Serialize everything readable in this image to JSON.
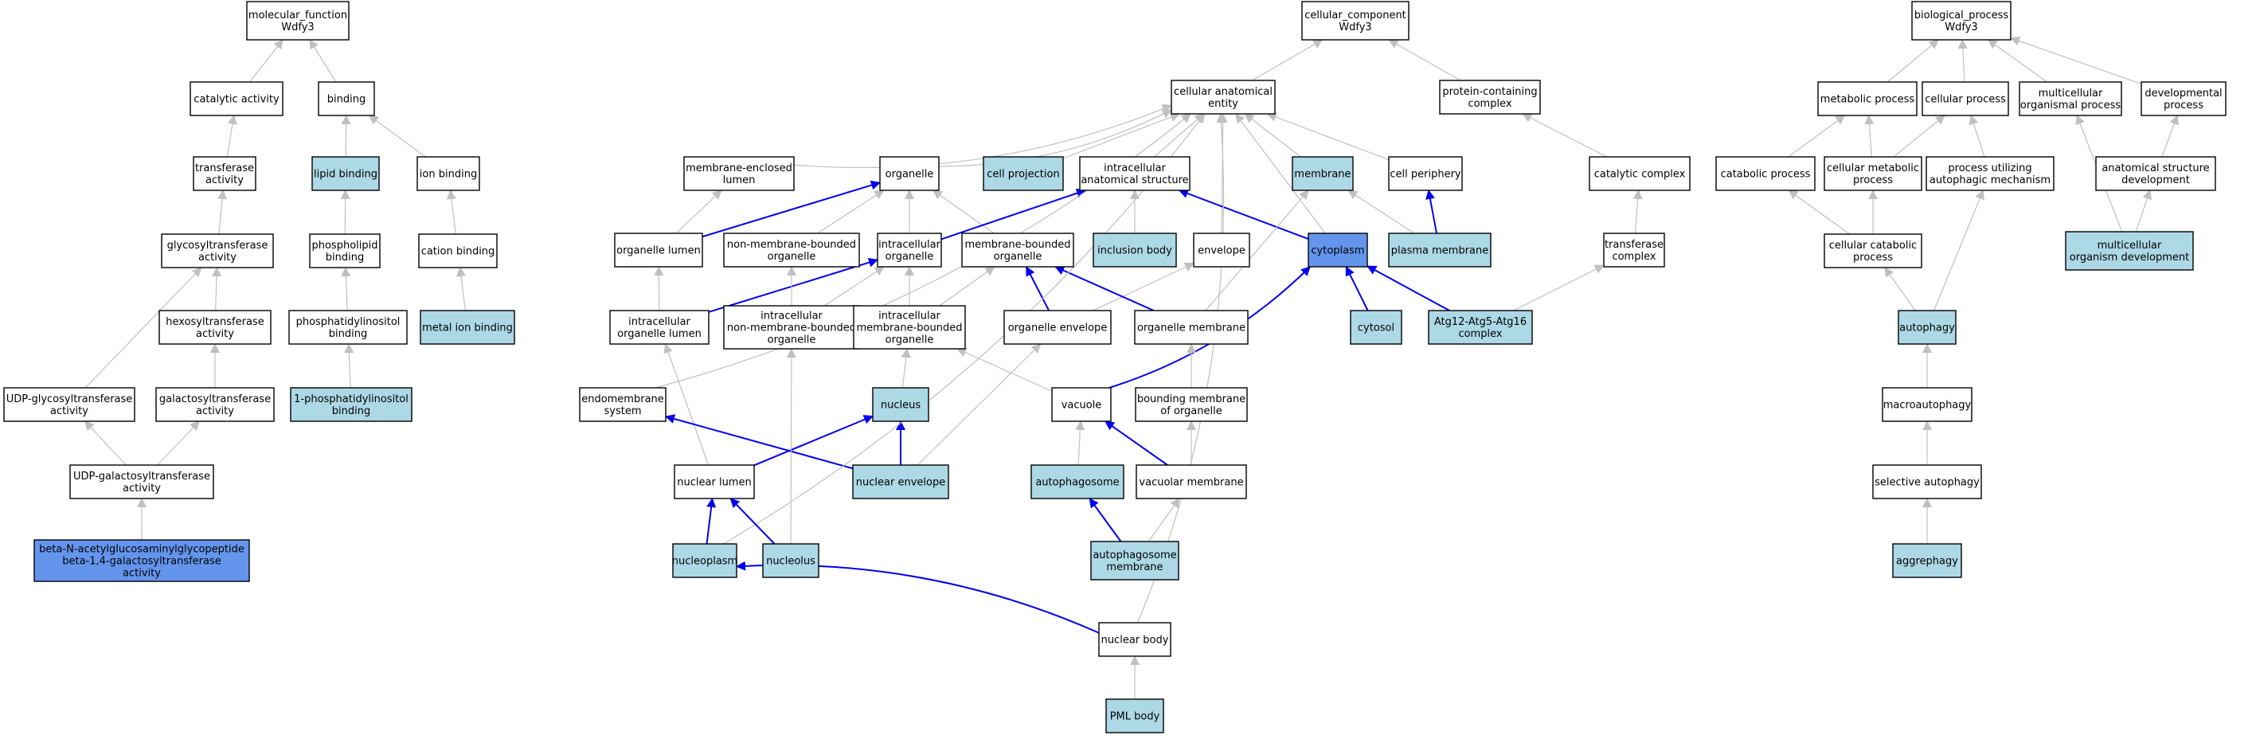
{
  "colors": {
    "plain": "#ffffff",
    "light": "#add8e6",
    "query": "#6495ed",
    "edge_gray": "#c0c0c0",
    "edge_blue": "#0000ee"
  },
  "nodes": [
    {
      "id": "mf",
      "lines": [
        "molecular_function",
        "Wdfy3"
      ],
      "fill": "plain"
    },
    {
      "id": "catact",
      "lines": [
        "catalytic activity"
      ],
      "fill": "plain"
    },
    {
      "id": "binding",
      "lines": [
        "binding"
      ],
      "fill": "plain"
    },
    {
      "id": "transferase",
      "lines": [
        "transferase",
        "activity"
      ],
      "fill": "plain"
    },
    {
      "id": "lipidbind",
      "lines": [
        "lipid binding"
      ],
      "fill": "light"
    },
    {
      "id": "ionbind",
      "lines": [
        "ion binding"
      ],
      "fill": "plain"
    },
    {
      "id": "glyco",
      "lines": [
        "glycosyltransferase",
        "activity"
      ],
      "fill": "plain"
    },
    {
      "id": "phospholipid",
      "lines": [
        "phospholipid",
        "binding"
      ],
      "fill": "plain"
    },
    {
      "id": "cationbind",
      "lines": [
        "cation binding"
      ],
      "fill": "plain"
    },
    {
      "id": "hexosyl",
      "lines": [
        "hexosyltransferase",
        "activity"
      ],
      "fill": "plain"
    },
    {
      "id": "phosphatidyl",
      "lines": [
        "phosphatidylinositol",
        "binding"
      ],
      "fill": "plain"
    },
    {
      "id": "metalion",
      "lines": [
        "metal ion binding"
      ],
      "fill": "light"
    },
    {
      "id": "udpglyco",
      "lines": [
        "UDP-glycosyltransferase",
        "activity"
      ],
      "fill": "plain"
    },
    {
      "id": "galacto",
      "lines": [
        "galactosyltransferase",
        "activity"
      ],
      "fill": "plain"
    },
    {
      "id": "pi1",
      "lines": [
        "1-phosphatidylinositol",
        "binding"
      ],
      "fill": "light"
    },
    {
      "id": "udpgal",
      "lines": [
        "UDP-galactosyltransferase",
        "activity"
      ],
      "fill": "plain"
    },
    {
      "id": "betan",
      "lines": [
        "beta-N-acetylglucosaminylglycopeptide",
        "beta-1,4-galactosyltransferase",
        "activity"
      ],
      "fill": "query"
    },
    {
      "id": "cc",
      "lines": [
        "cellular_component",
        "Wdfy3"
      ],
      "fill": "plain"
    },
    {
      "id": "cae",
      "lines": [
        "cellular anatomical",
        "entity"
      ],
      "fill": "plain"
    },
    {
      "id": "pcc",
      "lines": [
        "protein-containing",
        "complex"
      ],
      "fill": "plain"
    },
    {
      "id": "mel",
      "lines": [
        "membrane-enclosed",
        "lumen"
      ],
      "fill": "plain"
    },
    {
      "id": "organelle",
      "lines": [
        "organelle"
      ],
      "fill": "plain"
    },
    {
      "id": "cellproj",
      "lines": [
        "cell projection"
      ],
      "fill": "light"
    },
    {
      "id": "ias",
      "lines": [
        "intracellular",
        "anatomical structure"
      ],
      "fill": "plain"
    },
    {
      "id": "membrane",
      "lines": [
        "membrane"
      ],
      "fill": "light"
    },
    {
      "id": "cellperiph",
      "lines": [
        "cell periphery"
      ],
      "fill": "plain"
    },
    {
      "id": "catcomplex",
      "lines": [
        "catalytic complex"
      ],
      "fill": "plain"
    },
    {
      "id": "orglumen",
      "lines": [
        "organelle lumen"
      ],
      "fill": "plain"
    },
    {
      "id": "nmbo",
      "lines": [
        "non-membrane-bounded",
        "organelle"
      ],
      "fill": "plain"
    },
    {
      "id": "intorg",
      "lines": [
        "intracellular",
        "organelle"
      ],
      "fill": "plain"
    },
    {
      "id": "mbo",
      "lines": [
        "membrane-bounded",
        "organelle"
      ],
      "fill": "plain"
    },
    {
      "id": "inclusion",
      "lines": [
        "inclusion body"
      ],
      "fill": "light"
    },
    {
      "id": "envelope",
      "lines": [
        "envelope"
      ],
      "fill": "plain"
    },
    {
      "id": "cytoplasm",
      "lines": [
        "cytoplasm"
      ],
      "fill": "query"
    },
    {
      "id": "plasmamem",
      "lines": [
        "plasma membrane"
      ],
      "fill": "light"
    },
    {
      "id": "transcomplex",
      "lines": [
        "transferase",
        "complex"
      ],
      "fill": "plain"
    },
    {
      "id": "iol",
      "lines": [
        "intracellular",
        "organelle lumen"
      ],
      "fill": "plain"
    },
    {
      "id": "inmbo",
      "lines": [
        "intracellular",
        "non-membrane-bounded",
        "organelle"
      ],
      "fill": "plain"
    },
    {
      "id": "imbo",
      "lines": [
        "intracellular",
        "membrane-bounded",
        "organelle"
      ],
      "fill": "plain"
    },
    {
      "id": "orgenv",
      "lines": [
        "organelle envelope"
      ],
      "fill": "plain"
    },
    {
      "id": "orgmem",
      "lines": [
        "organelle membrane"
      ],
      "fill": "plain"
    },
    {
      "id": "cytosol",
      "lines": [
        "cytosol"
      ],
      "fill": "light"
    },
    {
      "id": "atg12",
      "lines": [
        "Atg12-Atg5-Atg16",
        "complex"
      ],
      "fill": "light"
    },
    {
      "id": "endomem",
      "lines": [
        "endomembrane",
        "system"
      ],
      "fill": "plain"
    },
    {
      "id": "nucleus",
      "lines": [
        "nucleus"
      ],
      "fill": "light"
    },
    {
      "id": "vacuole",
      "lines": [
        "vacuole"
      ],
      "fill": "plain"
    },
    {
      "id": "bmo",
      "lines": [
        "bounding membrane",
        "of organelle"
      ],
      "fill": "plain"
    },
    {
      "id": "nuclumen",
      "lines": [
        "nuclear lumen"
      ],
      "fill": "plain"
    },
    {
      "id": "nucenv",
      "lines": [
        "nuclear envelope"
      ],
      "fill": "light"
    },
    {
      "id": "autophagosome",
      "lines": [
        "autophagosome"
      ],
      "fill": "light"
    },
    {
      "id": "vacmem",
      "lines": [
        "vacuolar membrane"
      ],
      "fill": "plain"
    },
    {
      "id": "nucleoplasm",
      "lines": [
        "nucleoplasm"
      ],
      "fill": "light"
    },
    {
      "id": "nucleolus",
      "lines": [
        "nucleolus"
      ],
      "fill": "light"
    },
    {
      "id": "apmem",
      "lines": [
        "autophagosome",
        "membrane"
      ],
      "fill": "light"
    },
    {
      "id": "nucbody",
      "lines": [
        "nuclear body"
      ],
      "fill": "plain"
    },
    {
      "id": "pml",
      "lines": [
        "PML body"
      ],
      "fill": "light"
    },
    {
      "id": "bp",
      "lines": [
        "biological_process",
        "Wdfy3"
      ],
      "fill": "plain"
    },
    {
      "id": "metproc",
      "lines": [
        "metabolic process"
      ],
      "fill": "plain"
    },
    {
      "id": "cellproc",
      "lines": [
        "cellular process"
      ],
      "fill": "plain"
    },
    {
      "id": "mop",
      "lines": [
        "multicellular",
        "organismal process"
      ],
      "fill": "plain"
    },
    {
      "id": "devproc",
      "lines": [
        "developmental",
        "process"
      ],
      "fill": "plain"
    },
    {
      "id": "catabolic",
      "lines": [
        "catabolic process"
      ],
      "fill": "plain"
    },
    {
      "id": "cmp",
      "lines": [
        "cellular metabolic",
        "process"
      ],
      "fill": "plain"
    },
    {
      "id": "puam",
      "lines": [
        "process utilizing",
        "autophagic mechanism"
      ],
      "fill": "plain"
    },
    {
      "id": "asd",
      "lines": [
        "anatomical structure",
        "development"
      ],
      "fill": "plain"
    },
    {
      "id": "ccp",
      "lines": [
        "cellular catabolic",
        "process"
      ],
      "fill": "plain"
    },
    {
      "id": "mod",
      "lines": [
        "multicellular",
        "organism development"
      ],
      "fill": "light"
    },
    {
      "id": "autophagy",
      "lines": [
        "autophagy"
      ],
      "fill": "light"
    },
    {
      "id": "macroauto",
      "lines": [
        "macroautophagy"
      ],
      "fill": "plain"
    },
    {
      "id": "selauto",
      "lines": [
        "selective autophagy"
      ],
      "fill": "plain"
    },
    {
      "id": "aggrephagy",
      "lines": [
        "aggrephagy"
      ],
      "fill": "light"
    }
  ],
  "edges": [
    {
      "from": "catact",
      "to": "mf",
      "kind": "gray"
    },
    {
      "from": "binding",
      "to": "mf",
      "kind": "gray"
    },
    {
      "from": "transferase",
      "to": "catact",
      "kind": "gray"
    },
    {
      "from": "lipidbind",
      "to": "binding",
      "kind": "gray"
    },
    {
      "from": "ionbind",
      "to": "binding",
      "kind": "gray"
    },
    {
      "from": "glyco",
      "to": "transferase",
      "kind": "gray"
    },
    {
      "from": "phospholipid",
      "to": "lipidbind",
      "kind": "gray"
    },
    {
      "from": "cationbind",
      "to": "ionbind",
      "kind": "gray"
    },
    {
      "from": "hexosyl",
      "to": "glyco",
      "kind": "gray"
    },
    {
      "from": "udpglyco",
      "to": "glyco",
      "kind": "gray"
    },
    {
      "from": "phosphatidyl",
      "to": "phospholipid",
      "kind": "gray"
    },
    {
      "from": "metalion",
      "to": "cationbind",
      "kind": "gray"
    },
    {
      "from": "galacto",
      "to": "hexosyl",
      "kind": "gray"
    },
    {
      "from": "pi1",
      "to": "phosphatidyl",
      "kind": "gray"
    },
    {
      "from": "udpgal",
      "to": "udpglyco",
      "kind": "gray"
    },
    {
      "from": "udpgal",
      "to": "galacto",
      "kind": "gray"
    },
    {
      "from": "betan",
      "to": "udpgal",
      "kind": "gray"
    },
    {
      "from": "cae",
      "to": "cc",
      "kind": "gray"
    },
    {
      "from": "pcc",
      "to": "cc",
      "kind": "gray"
    },
    {
      "from": "mel",
      "to": "cae",
      "kind": "gray"
    },
    {
      "from": "organelle",
      "to": "cae",
      "kind": "gray"
    },
    {
      "from": "cellproj",
      "to": "cae",
      "kind": "gray"
    },
    {
      "from": "ias",
      "to": "cae",
      "kind": "gray"
    },
    {
      "from": "membrane",
      "to": "cae",
      "kind": "gray"
    },
    {
      "from": "cellperiph",
      "to": "cae",
      "kind": "gray"
    },
    {
      "from": "envelope",
      "to": "cae",
      "kind": "gray"
    },
    {
      "from": "cytoplasm",
      "to": "cae",
      "kind": "gray"
    },
    {
      "from": "catcomplex",
      "to": "pcc",
      "kind": "gray"
    },
    {
      "from": "orglumen",
      "to": "mel",
      "kind": "gray"
    },
    {
      "from": "orglumen",
      "to": "organelle",
      "kind": "blue"
    },
    {
      "from": "nmbo",
      "to": "organelle",
      "kind": "gray"
    },
    {
      "from": "intorg",
      "to": "organelle",
      "kind": "gray"
    },
    {
      "from": "mbo",
      "to": "organelle",
      "kind": "gray"
    },
    {
      "from": "intorg",
      "to": "ias",
      "kind": "blue"
    },
    {
      "from": "inclusion",
      "to": "ias",
      "kind": "gray"
    },
    {
      "from": "cytoplasm",
      "to": "ias",
      "kind": "blue"
    },
    {
      "from": "plasmamem",
      "to": "membrane",
      "kind": "gray"
    },
    {
      "from": "plasmamem",
      "to": "cellperiph",
      "kind": "blue"
    },
    {
      "from": "transcomplex",
      "to": "catcomplex",
      "kind": "gray"
    },
    {
      "from": "iol",
      "to": "orglumen",
      "kind": "gray"
    },
    {
      "from": "iol",
      "to": "intorg",
      "kind": "blue"
    },
    {
      "from": "inmbo",
      "to": "nmbo",
      "kind": "gray"
    },
    {
      "from": "inmbo",
      "to": "intorg",
      "kind": "gray"
    },
    {
      "from": "imbo",
      "to": "intorg",
      "kind": "gray"
    },
    {
      "from": "imbo",
      "to": "mbo",
      "kind": "gray"
    },
    {
      "from": "orgenv",
      "to": "mbo",
      "kind": "blue"
    },
    {
      "from": "orgenv",
      "to": "envelope",
      "kind": "gray"
    },
    {
      "from": "orgmem",
      "to": "mbo",
      "kind": "blue"
    },
    {
      "from": "orgmem",
      "to": "membrane",
      "kind": "gray"
    },
    {
      "from": "cytosol",
      "to": "cytoplasm",
      "kind": "blue"
    },
    {
      "from": "atg12",
      "to": "cytoplasm",
      "kind": "blue"
    },
    {
      "from": "atg12",
      "to": "transcomplex",
      "kind": "gray"
    },
    {
      "from": "endomem",
      "to": "cae",
      "kind": "gray"
    },
    {
      "from": "nucleus",
      "to": "imbo",
      "kind": "gray"
    },
    {
      "from": "vacuole",
      "to": "imbo",
      "kind": "gray"
    },
    {
      "from": "vacuole",
      "to": "cytoplasm",
      "kind": "blue"
    },
    {
      "from": "bmo",
      "to": "orgmem",
      "kind": "gray"
    },
    {
      "from": "nuclumen",
      "to": "iol",
      "kind": "gray"
    },
    {
      "from": "nuclumen",
      "to": "nucleus",
      "kind": "blue"
    },
    {
      "from": "nucenv",
      "to": "nucleus",
      "kind": "blue"
    },
    {
      "from": "nucenv",
      "to": "endomem",
      "kind": "blue"
    },
    {
      "from": "nucenv",
      "to": "orgenv",
      "kind": "gray"
    },
    {
      "from": "autophagosome",
      "to": "vacuole",
      "kind": "gray"
    },
    {
      "from": "vacmem",
      "to": "vacuole",
      "kind": "blue"
    },
    {
      "from": "vacmem",
      "to": "bmo",
      "kind": "gray"
    },
    {
      "from": "nucleoplasm",
      "to": "nuclumen",
      "kind": "blue"
    },
    {
      "from": "nucleoplasm",
      "to": "cae",
      "kind": "gray"
    },
    {
      "from": "nucleolus",
      "to": "nuclumen",
      "kind": "blue"
    },
    {
      "from": "nucleolus",
      "to": "inmbo",
      "kind": "gray"
    },
    {
      "from": "apmem",
      "to": "autophagosome",
      "kind": "blue"
    },
    {
      "from": "apmem",
      "to": "vacmem",
      "kind": "gray"
    },
    {
      "from": "nucbody",
      "to": "nucleoplasm",
      "kind": "blue"
    },
    {
      "from": "nucbody",
      "to": "cae",
      "kind": "gray"
    },
    {
      "from": "pml",
      "to": "nucbody",
      "kind": "gray"
    },
    {
      "from": "metproc",
      "to": "bp",
      "kind": "gray"
    },
    {
      "from": "cellproc",
      "to": "bp",
      "kind": "gray"
    },
    {
      "from": "mop",
      "to": "bp",
      "kind": "gray"
    },
    {
      "from": "devproc",
      "to": "bp",
      "kind": "gray"
    },
    {
      "from": "catabolic",
      "to": "metproc",
      "kind": "gray"
    },
    {
      "from": "cmp",
      "to": "metproc",
      "kind": "gray"
    },
    {
      "from": "cmp",
      "to": "cellproc",
      "kind": "gray"
    },
    {
      "from": "puam",
      "to": "cellproc",
      "kind": "gray"
    },
    {
      "from": "asd",
      "to": "devproc",
      "kind": "gray"
    },
    {
      "from": "ccp",
      "to": "catabolic",
      "kind": "gray"
    },
    {
      "from": "ccp",
      "to": "cmp",
      "kind": "gray"
    },
    {
      "from": "mod",
      "to": "mop",
      "kind": "gray"
    },
    {
      "from": "mod",
      "to": "asd",
      "kind": "gray"
    },
    {
      "from": "autophagy",
      "to": "ccp",
      "kind": "gray"
    },
    {
      "from": "autophagy",
      "to": "puam",
      "kind": "gray"
    },
    {
      "from": "macroauto",
      "to": "autophagy",
      "kind": "gray"
    },
    {
      "from": "selauto",
      "to": "macroauto",
      "kind": "gray"
    },
    {
      "from": "aggrephagy",
      "to": "selauto",
      "kind": "gray"
    }
  ]
}
